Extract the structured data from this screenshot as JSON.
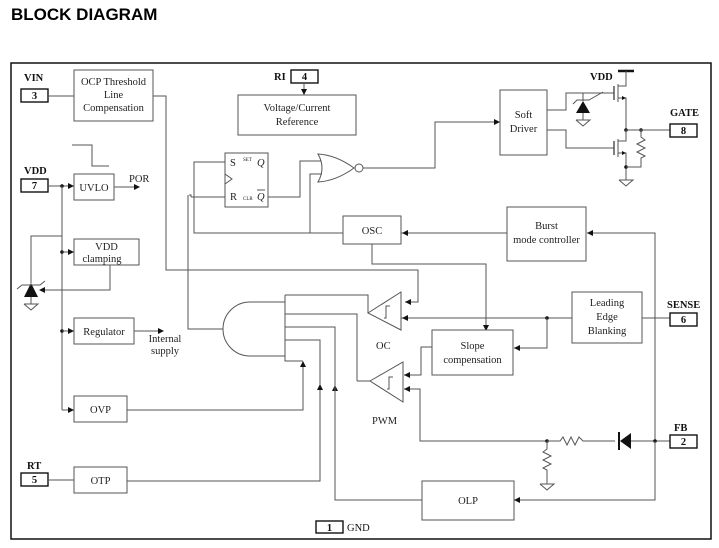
{
  "title": "BLOCK DIAGRAM",
  "pins": {
    "vin": {
      "name": "VIN",
      "number": "3"
    },
    "vdd": {
      "name": "VDD",
      "number": "7"
    },
    "rt": {
      "name": "RT",
      "number": "5"
    },
    "ri": {
      "name": "RI",
      "number": "4"
    },
    "gate": {
      "name": "GATE",
      "number": "8"
    },
    "sense": {
      "name": "SENSE",
      "number": "6"
    },
    "fb": {
      "name": "FB",
      "number": "2"
    },
    "gnd": {
      "name": "GND",
      "number": "1"
    }
  },
  "blocks": {
    "ocp": [
      "OCP Threshold",
      "Line",
      "Compensation"
    ],
    "vref": [
      "Voltage/Current",
      "Reference"
    ],
    "uvlo": "UVLO",
    "vdd_clamp": [
      "VDD",
      "clamping"
    ],
    "regulator": "Regulator",
    "ovp": "OVP",
    "otp": "OTP",
    "osc": "OSC",
    "burst": [
      "Burst",
      "mode controller"
    ],
    "leb": [
      "Leading",
      "Edge",
      "Blanking"
    ],
    "slope": [
      "Slope",
      "compensation"
    ],
    "olp": "OLP",
    "soft_driver": [
      "Soft",
      "Driver"
    ]
  },
  "labels": {
    "por": "POR",
    "internal_supply": [
      "Internal",
      "supply"
    ],
    "oc": "OC",
    "pwm": "PWM",
    "vdd_top": "VDD",
    "ff_s": "S",
    "ff_r": "R",
    "ff_set": "SET",
    "ff_clr": "CLR",
    "ff_q": "Q",
    "ff_qbar": "Q"
  }
}
